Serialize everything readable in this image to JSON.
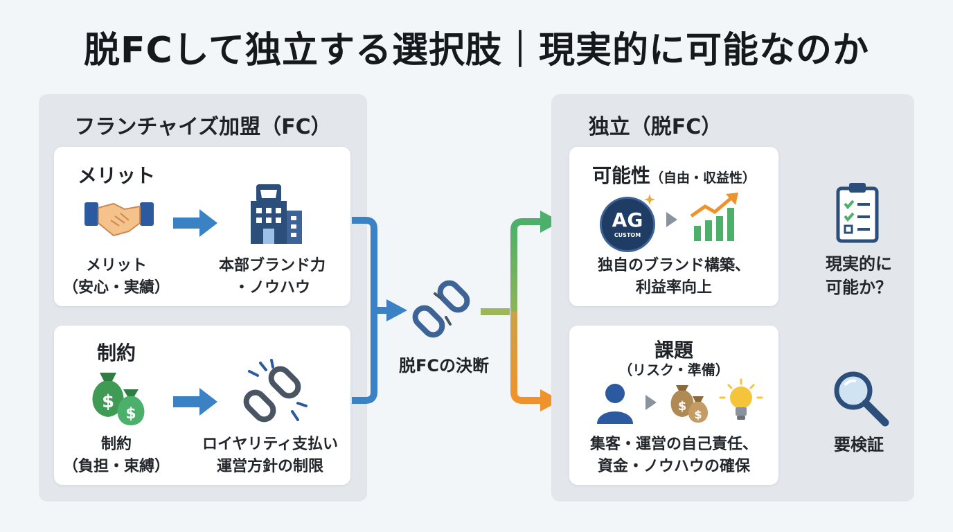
{
  "title": "脱FCして独立する選択肢｜現実的に可能なのか",
  "left_panel": {
    "title": "フランチャイズ加盟（FC）",
    "merit_card": {
      "title": "メリット",
      "item1_line1": "メリット",
      "item1_line2": "（安心・実績）",
      "item2_line1": "本部ブランド力",
      "item2_line2": "・ノウハウ"
    },
    "constraint_card": {
      "title": "制約",
      "item1_line1": "制約",
      "item1_line2": "（負担・束縛）",
      "item2_line1": "ロイヤリティ支払い",
      "item2_line2": "運営方針の制限"
    }
  },
  "center": {
    "label": "脱FCの決断"
  },
  "right_panel": {
    "title": "独立（脱FC）",
    "possibility_card": {
      "title": "可能性",
      "title_sub": "（自由・収益性）",
      "logo_text": "AG",
      "logo_sub": "CUSTOM",
      "line1": "独自のブランド構築、",
      "line2": "利益率向上"
    },
    "challenge_card": {
      "title": "課題",
      "title_sub": "（リスク・準備）",
      "line1": "集客・運営の自己責任、",
      "line2": "資金・ノウハウの確保"
    },
    "result_top_line1": "現実的に",
    "result_top_line2": "可能か？",
    "result_bottom": "要検証"
  },
  "colors": {
    "blue": "#3b82c4",
    "green": "#4caf6a",
    "orange": "#f0922b",
    "navy": "#2c4e7a",
    "money_green": "#3f9b54"
  }
}
